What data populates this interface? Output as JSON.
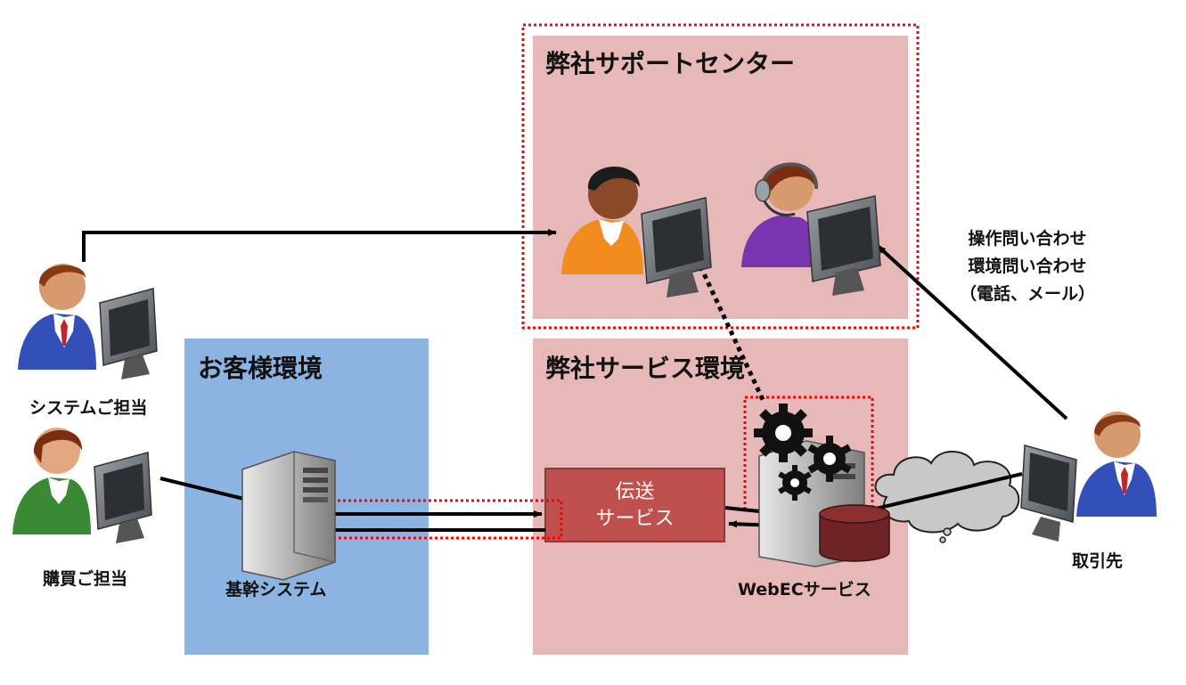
{
  "regions": {
    "support_center": {
      "title": "弊社サポートセンター"
    },
    "service_env": {
      "title": "弊社サービス環境"
    },
    "customer_env": {
      "title": "お客様環境"
    }
  },
  "people": {
    "system_owner": "システムご担当",
    "purchasing_owner": "購買ご担当",
    "business_partner": "取引先"
  },
  "systems": {
    "core_system": "基幹システム",
    "transfer_service": {
      "line1": "伝送",
      "line2": "サービス"
    },
    "webec_service": "WebECサービス"
  },
  "contact": {
    "line1": "操作問い合わせ",
    "line2": "環境問い合わせ",
    "line3": "（電話、メール）"
  },
  "colors": {
    "support_bg": "#e6b8b7",
    "customer_bg": "#8db3e2",
    "transfer_box": "#c0504d",
    "database": "#6e2424",
    "dotted_highlight": "#ff0000"
  },
  "icons": [
    "person-at-computer-icon",
    "operator-with-headset-icon",
    "server-tower-icon",
    "gears-icon",
    "database-cylinder-icon",
    "cloud-icon"
  ]
}
